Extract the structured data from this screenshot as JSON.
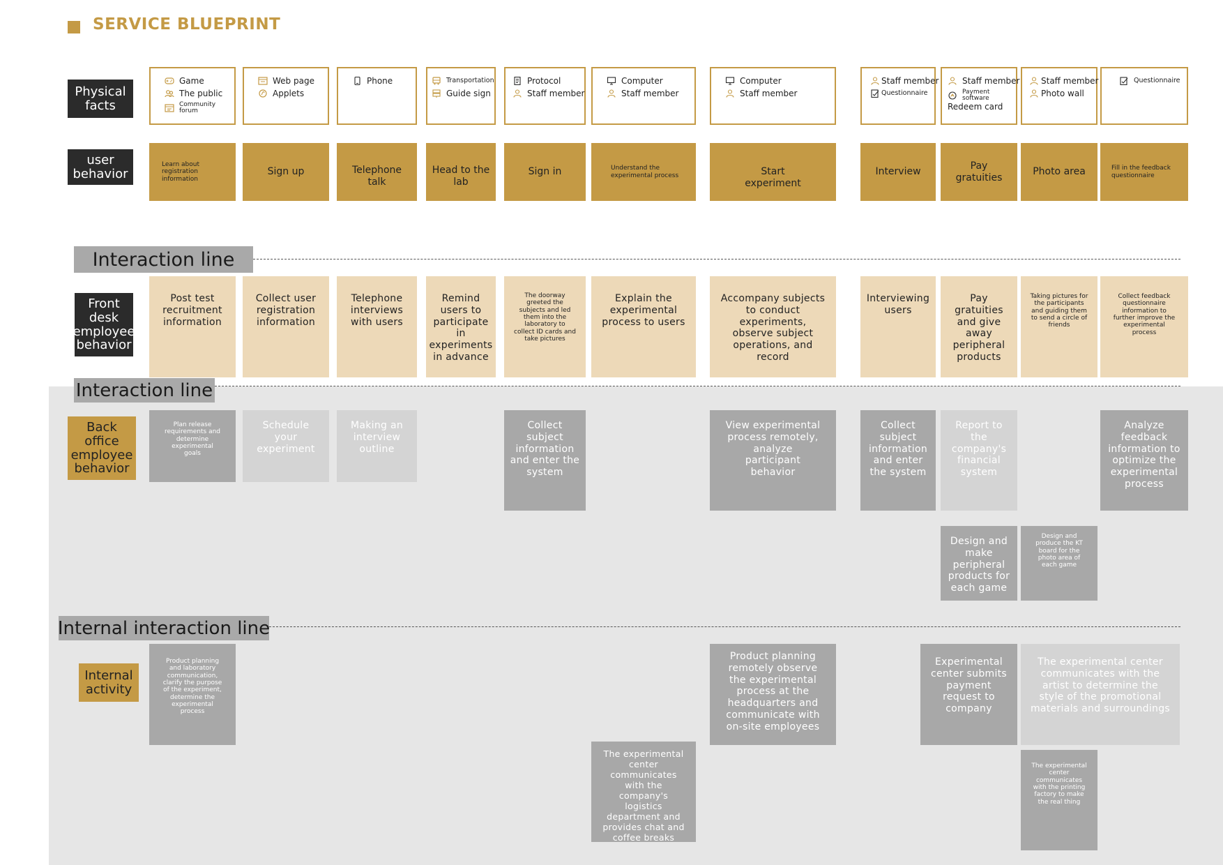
{
  "title": "SERVICE BLUEPRINT",
  "row_labels": {
    "physical": "Physical facts",
    "user": "user behavior",
    "front": "Front desk employee behavior",
    "back": "Back office employee behavior",
    "internal": "Internal activity"
  },
  "lines": {
    "interaction_1": "Interaction line",
    "interaction_2": "Interaction line",
    "internal": "Internal interaction line"
  },
  "physical_facts": [
    {
      "items": [
        {
          "icon": "gamepad-icon",
          "label": "Game"
        },
        {
          "icon": "people-icon",
          "label": "The public"
        },
        {
          "icon": "forum-icon",
          "label": "Community forum"
        }
      ]
    },
    {
      "items": [
        {
          "icon": "webpage-icon",
          "label": "Web page"
        },
        {
          "icon": "applet-icon",
          "label": "Applets"
        }
      ]
    },
    {
      "items": [
        {
          "icon": "phone-icon",
          "label": "Phone"
        }
      ]
    },
    {
      "items": [
        {
          "icon": "bus-icon",
          "label": "Transportation"
        },
        {
          "icon": "signpost-icon",
          "label": "Guide sign"
        }
      ]
    },
    {
      "items": [
        {
          "icon": "document-icon",
          "label": "Protocol"
        },
        {
          "icon": "person-icon",
          "label": "Staff member"
        }
      ]
    },
    {
      "items": [
        {
          "icon": "monitor-icon",
          "label": "Computer"
        },
        {
          "icon": "person-icon",
          "label": "Staff member"
        }
      ]
    },
    {
      "items": [
        {
          "icon": "monitor-icon",
          "label": "Computer"
        },
        {
          "icon": "person-icon",
          "label": "Staff member"
        }
      ]
    },
    {
      "items": [
        {
          "icon": "person-icon",
          "label": "Staff member"
        },
        {
          "icon": "questionnaire-icon",
          "label": "Questionnaire"
        }
      ]
    },
    {
      "items": [
        {
          "icon": "person-icon",
          "label": "Staff member"
        },
        {
          "icon": "payment-icon",
          "label": "Payment software"
        },
        {
          "label": "Redeem card"
        }
      ]
    },
    {
      "items": [
        {
          "icon": "person-icon",
          "label": "Staff member"
        },
        {
          "icon": "person-icon",
          "label": "Photo wall"
        }
      ]
    },
    {
      "items": [
        {
          "icon": "questionnaire-icon",
          "label": "Questionnaire"
        }
      ]
    }
  ],
  "user_behavior": [
    "Learn about registration information",
    "Sign up",
    "Telephone talk",
    "Head to the lab",
    "Sign in",
    "Understand the experimental process",
    "Start experiment",
    "Interview",
    "Pay gratuities",
    "Photo area",
    "Fill in the feedback questionnaire"
  ],
  "front_desk": [
    "Post test recruitment information",
    "Collect user registration information",
    "Telephone interviews with users",
    "Remind users to participate in experiments in advance",
    "The doorway greeted the subjects and led them into the laboratory to collect ID cards and take pictures",
    "Explain the experimental process to users",
    "Accompany subjects to conduct experiments, observe subject operations, and record",
    "Interviewing users",
    "Pay gratuities and give away peripheral products",
    "Taking pictures for the participants and guiding them to send a circle of friends",
    "Collect feedback questionnaire information to further improve the experimental process"
  ],
  "back_office": [
    "Plan release requirements and determine experimental goals",
    "Schedule your experiment",
    "Making an interview outline",
    "Collect subject information and enter the system",
    "View experimental process remotely, analyze participant behavior",
    "Collect subject information and enter the system",
    "Report to the company's financial system",
    "Analyze feedback information to optimize the experimental process",
    "Design and make peripheral products for each game",
    "Design and produce the KT board for the photo area of each game"
  ],
  "internal_activity": [
    "Product planning and laboratory communication, clarify the purpose of the experiment, determine the experimental process",
    "Product planning remotely observe the experimental process at the headquarters and communicate with on-site employees",
    "Experimental center submits payment request to company",
    "The experimental center communicates with the artist to determine the style of the promotional materials and surroundings",
    "The experimental center communicates with the company's logistics department and provides chat and coffee breaks",
    "The experimental center communicates with the printing factory to make the real thing"
  ],
  "colors": {
    "gold": "#c49a45",
    "light_gold": "#edd9b8",
    "dark_label": "#2b2b2b",
    "grey_box": "#a8a8a8",
    "light_grey_box": "#d4d4d4",
    "background_band": "#e6e6e6"
  }
}
